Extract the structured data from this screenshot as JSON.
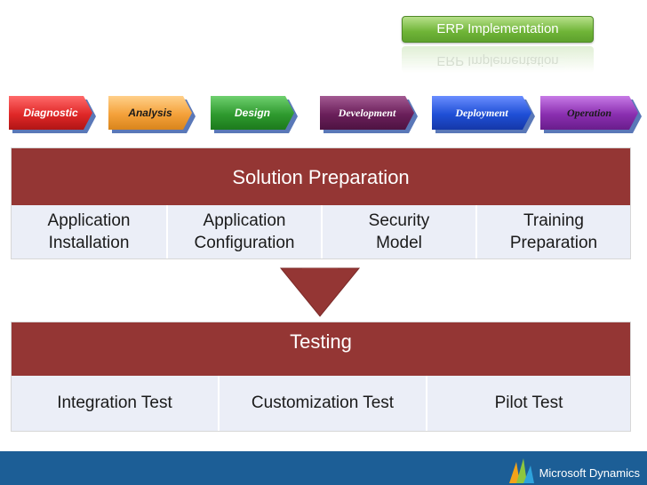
{
  "badge": {
    "label": "ERP Implementation",
    "color": "#6fb437"
  },
  "phases": [
    {
      "label": "Diagnostic",
      "color": "#e02828"
    },
    {
      "label": "Analysis",
      "color": "#f4a13a"
    },
    {
      "label": "Design",
      "color": "#2f9a2f"
    },
    {
      "label": "Development",
      "color": "#6a1f5a"
    },
    {
      "label": "Deployment",
      "color": "#1f4fd6"
    },
    {
      "label": "Operation",
      "color": "#8a2fb0"
    }
  ],
  "preparation": {
    "title": "Solution Preparation",
    "items": [
      {
        "line1": "Application",
        "line2": "Installation"
      },
      {
        "line1": "Application",
        "line2": "Configuration"
      },
      {
        "line1": "Security",
        "line2": "Model"
      },
      {
        "line1": "Training",
        "line2": "Preparation"
      }
    ]
  },
  "testing": {
    "title": "Testing",
    "items": [
      "Integration Test",
      "Customization Test",
      "Pilot Test"
    ]
  },
  "footer": {
    "brand": "Microsoft Dynamics"
  }
}
